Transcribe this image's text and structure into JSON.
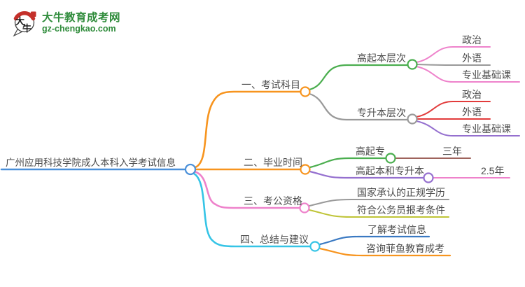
{
  "brand": {
    "icon_char_1": "大",
    "icon_char_2": "牛",
    "name": "大牛教育成考网",
    "domain": "gz-chengkao.com"
  },
  "root": {
    "label": "广州应用科技学院成人本科入学考试信息"
  },
  "branches": {
    "exam_subjects": {
      "label": "一、考试科目",
      "levels": [
        {
          "label": "高起本层次",
          "subjects": [
            "政治",
            "外语",
            "专业基础课"
          ]
        },
        {
          "label": "专升本层次",
          "subjects": [
            "政治",
            "外语",
            "专业基础课"
          ]
        }
      ]
    },
    "graduation_time": {
      "label": "二、毕业时间",
      "programs": [
        {
          "label": "高起专",
          "duration": "三年"
        },
        {
          "label": "高起本和专升本",
          "duration": "2.5年"
        }
      ]
    },
    "civil_service_eligibility": {
      "label": "三、考公资格",
      "points": [
        "国家承认的正规学历",
        "符合公务员报考条件"
      ]
    },
    "summary_suggestions": {
      "label": "四、总结与建议",
      "points": [
        "了解考试信息",
        "咨询菲鱼教育成考"
      ]
    }
  },
  "colors": {
    "branch_orange": "#F7941E",
    "root_blue": "#4A90D9",
    "green": "#4BAE4F",
    "gray": "#999999",
    "pink": "#EE82CB",
    "red": "#E23B3B",
    "purple": "#9570CF",
    "cyan": "#35C4E6",
    "brown": "#9E635C",
    "olive": "#BFC437",
    "link_blue": "#3A79C2",
    "brand_green": "#2E8B3A",
    "brand_red": "#C4302A",
    "text": "#4A4A4A"
  }
}
